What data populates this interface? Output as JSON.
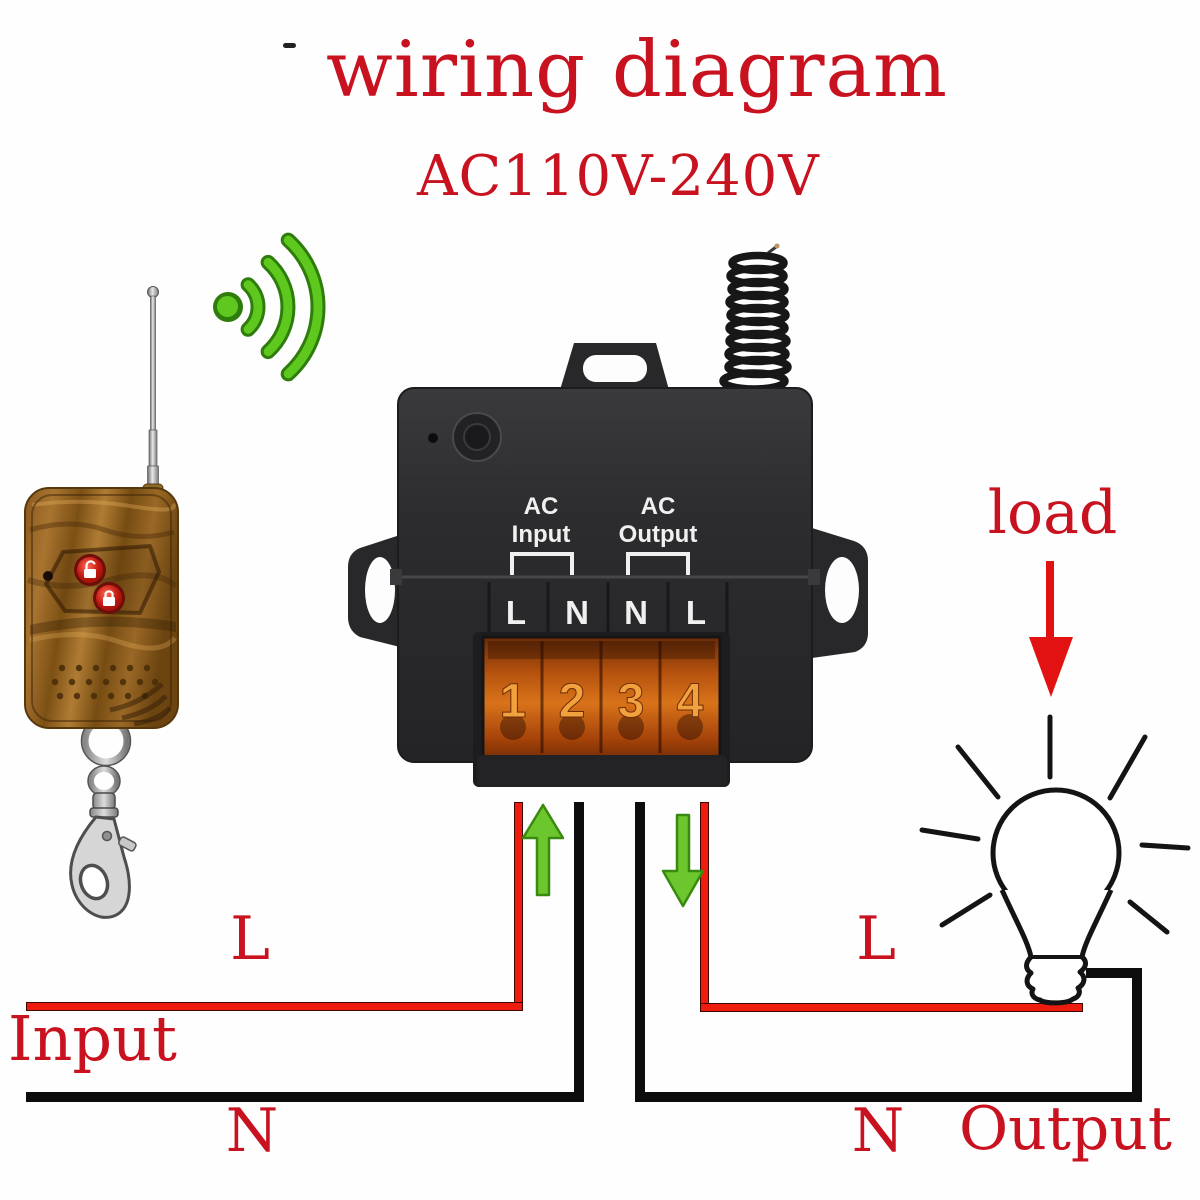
{
  "title": "wiring diagram",
  "subtitle": "AC110V-240V",
  "receiver": {
    "ac_input_line1": "AC",
    "ac_input_line2": "Input",
    "ac_output_line1": "AC",
    "ac_output_line2": "Output",
    "terminals": [
      "L",
      "N",
      "N",
      "L"
    ],
    "terminal_numbers": [
      "1",
      "2",
      "3",
      "4"
    ]
  },
  "wiring": {
    "input_live": "L",
    "input_neutral": "N",
    "input_label": "Input",
    "output_live": "L",
    "output_neutral": "N",
    "output_label": "Output",
    "load_label": "load"
  },
  "colors": {
    "label_red": "#c8121f",
    "wire_live_red": "#ed1c0f",
    "wire_neutral_black": "#0d0d0d",
    "signal_green": "#5ec81e",
    "module_body_gray": "#2c2c2e",
    "terminal_block_orange": "#c05a10",
    "remote_wood_brown": "#9a6624"
  }
}
